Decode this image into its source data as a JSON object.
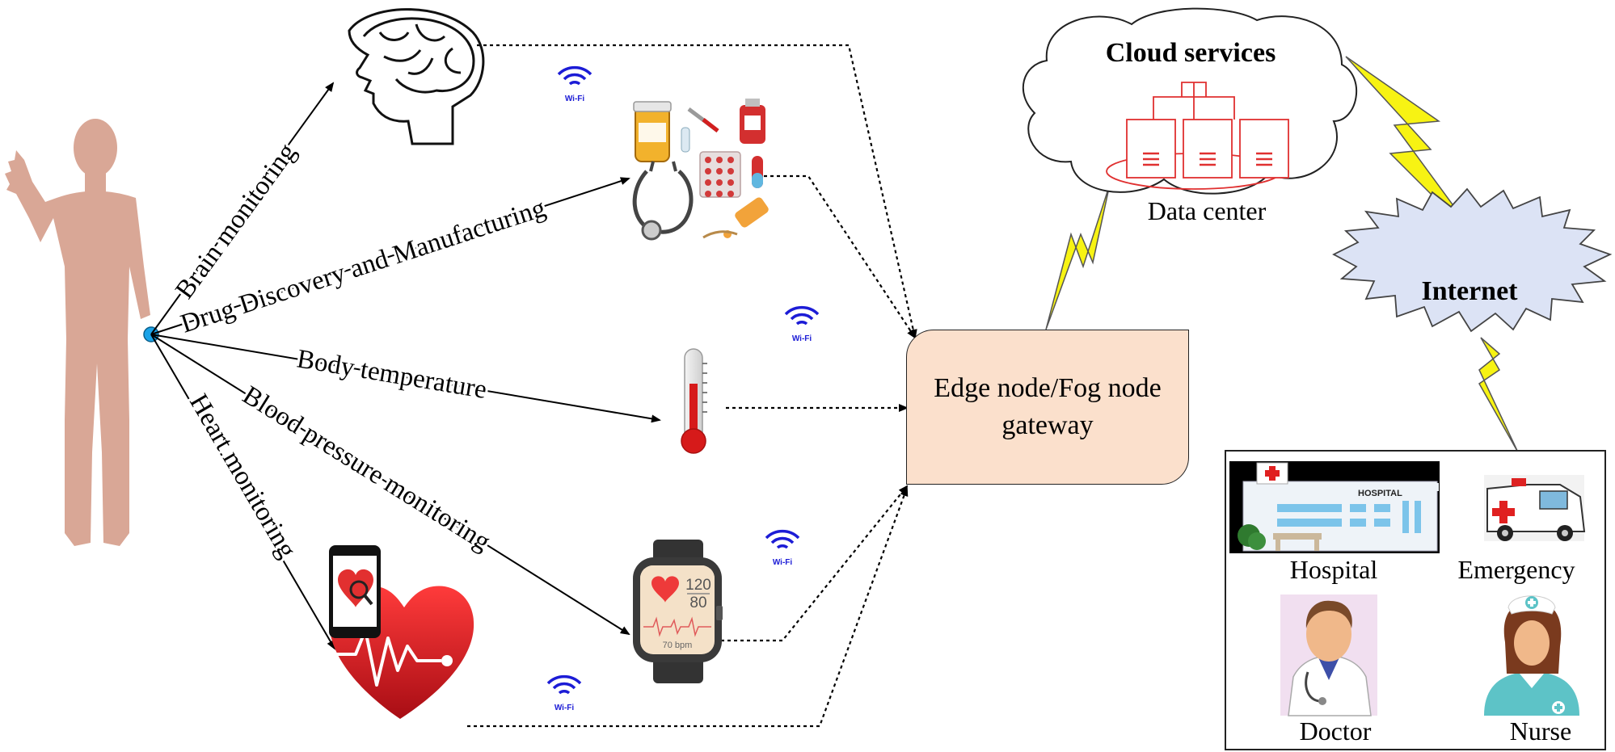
{
  "patient": {
    "icon": "human-body-icon",
    "color": "#d9a796"
  },
  "sensor_labels": {
    "brain": "Brain monitoring",
    "drug": "Drug Discovery and Manufacturing",
    "temperature": "Body temperature",
    "blood_pressure": "Blood pressure monitoring",
    "heart": "Heart monitoring"
  },
  "wifi_label": "Wi-Fi",
  "smartwatch": {
    "systolic": "120",
    "diastolic": "80",
    "bpm": "70 bpm"
  },
  "edge_node": {
    "line1": "Edge node/Fog node",
    "line2": "gateway"
  },
  "cloud": {
    "title": "Cloud services",
    "data_center": "Data center"
  },
  "internet": {
    "label": "Internet"
  },
  "endpoints": {
    "hospital_sign": "HOSPITAL",
    "hospital": "Hospital",
    "emergency": "Emergency",
    "doctor": "Doctor",
    "nurse": "Nurse"
  },
  "colors": {
    "body": "#d9a796",
    "node": "#1aa3e8",
    "wifi": "#1c1cd6",
    "edge_fill": "#fbe0cc",
    "lightning": "#f7f313",
    "internet_fill": "#dce3f5",
    "datacenter": "#e03030",
    "heart": "#e01b24"
  }
}
